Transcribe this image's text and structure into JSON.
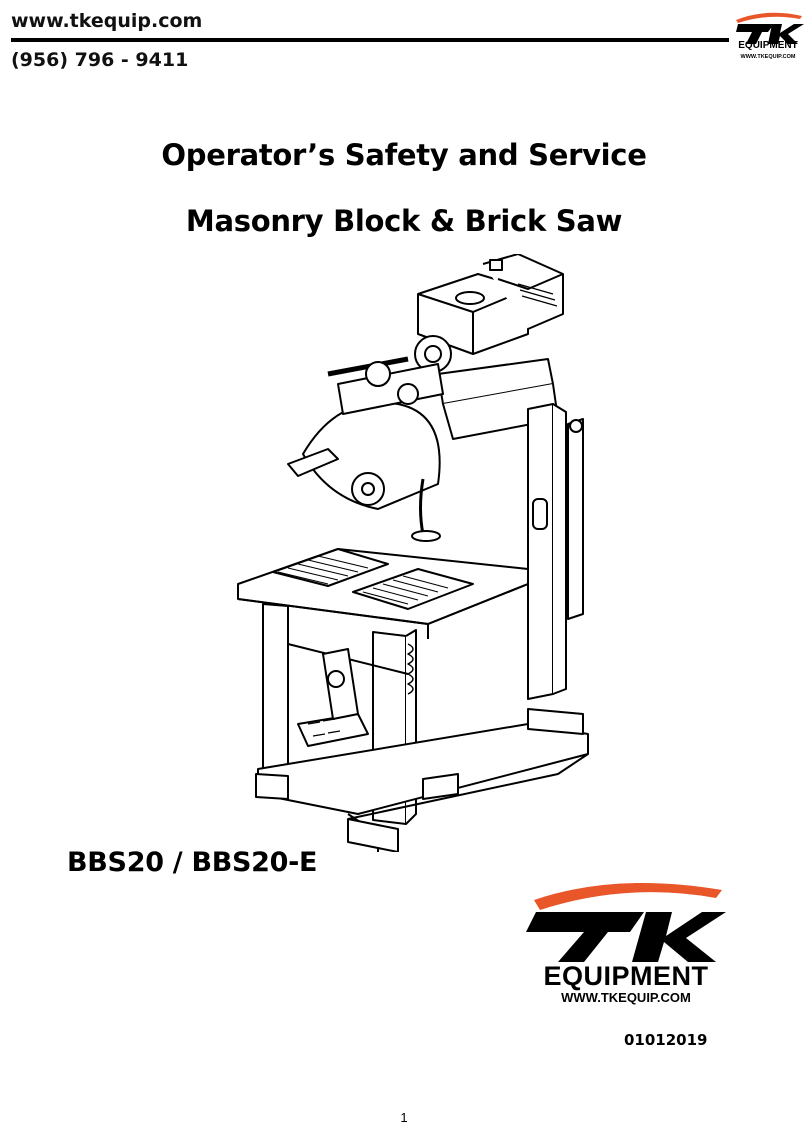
{
  "header": {
    "website": "www.tkequip.com",
    "phone": "(956) 796 - 9411"
  },
  "logo": {
    "word": "EQUIPMENT",
    "url": "WWW.TKEQUIP.COM",
    "accent_color": "#e8562a"
  },
  "title": {
    "line1": "Operator’s Safety and Service",
    "line2": "Masonry Block & Brick Saw"
  },
  "model": "BBS20 / BBS20-E",
  "document_number": "01012019",
  "page_number": "1"
}
